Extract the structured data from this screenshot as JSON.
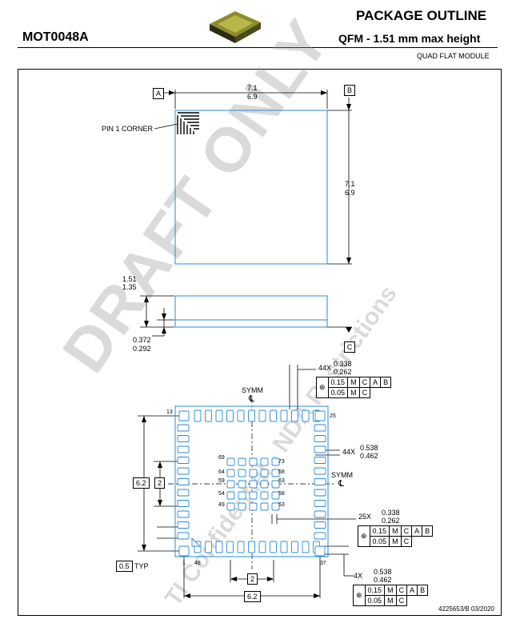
{
  "header": {
    "title": "PACKAGE OUTLINE",
    "doc_id": "MOT0048A",
    "subtitle": "QFM - 1.51 mm max height",
    "package_type": "QUAD FLAT MODULE"
  },
  "top_view": {
    "datum_a": "A",
    "datum_b": "B",
    "width_max": "7.1",
    "width_min": "6.9",
    "height_max": "7.1",
    "height_min": "6.9",
    "pin1_label": "PIN 1 CORNER"
  },
  "side_view": {
    "height_max": "1.51",
    "height_min": "1.35",
    "standoff_max": "0.372",
    "standoff_min": "0.292",
    "datum_c": "C"
  },
  "bottom_view": {
    "symm_top": "SYMM",
    "symm_right": "SYMM",
    "centerline": "℄",
    "pad_width_count": "44X",
    "pad_width_max": "0.338",
    "pad_width_min": "0.262",
    "pad_len_count": "44X",
    "pad_len_max": "0.538",
    "pad_len_min": "0.462",
    "inner_count": "25X",
    "inner_max": "0.338",
    "inner_min": "0.262",
    "corner_count": "4X",
    "corner_max": "0.538",
    "corner_min": "0.462",
    "pitch_label": "0.5",
    "pitch_typ": "TYP",
    "span_v": "6.2",
    "span_h": "6.2",
    "inner_v": "2",
    "inner_h": "2",
    "pin_labels": {
      "p13": "13",
      "p25": "25",
      "p37": "37",
      "p48": "48",
      "p1": "1",
      "p69": "69",
      "p73": "73",
      "p64": "64",
      "p68": "68",
      "p59": "59",
      "p63": "63",
      "p54": "54",
      "p58": "58",
      "p49": "49",
      "p53": "53"
    },
    "fcf1": {
      "tol1": "0.15",
      "mod": "M",
      "d1": "C",
      "d2": "A",
      "d3": "B",
      "tol2": "0.05"
    },
    "fcf2": {
      "tol1": "0.15",
      "mod": "M",
      "d1": "C",
      "d2": "A",
      "d3": "B",
      "tol2": "0.05"
    },
    "fcf3": {
      "tol1": "0.15",
      "mod": "M",
      "d1": "C",
      "d2": "A",
      "d3": "B",
      "tol2": "0.05"
    }
  },
  "watermark": {
    "main": "DRAFT ONLY",
    "secondary": "TI Confidential - NDA Restrictions"
  },
  "footer": "4225653/B   03/2020",
  "colors": {
    "outline": "#2a8ad4",
    "text": "#000000"
  }
}
